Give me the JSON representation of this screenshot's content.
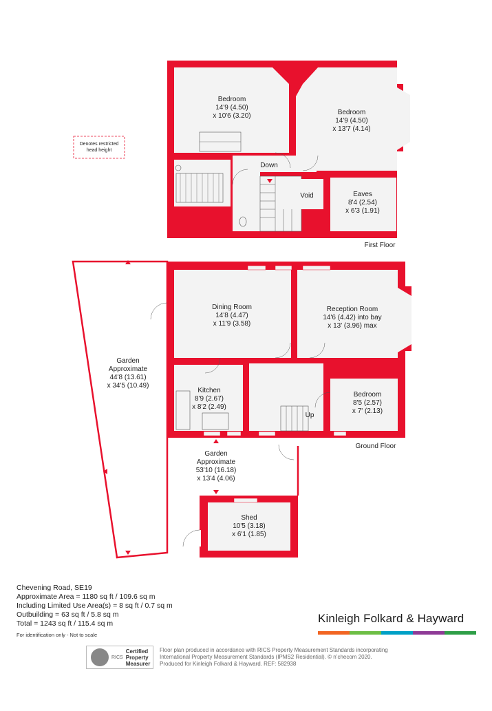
{
  "legend": {
    "line1": "Denotes restricted",
    "line2": "head height"
  },
  "first_floor": {
    "label": "First Floor",
    "bedroom_left": {
      "name": "Bedroom",
      "dim1": "14'9 (4.50)",
      "dim2": "x 10'6 (3.20)"
    },
    "bedroom_right": {
      "name": "Bedroom",
      "dim1": "14'9 (4.50)",
      "dim2": "x 13'7 (4.14)"
    },
    "down": "Down",
    "void": "Void",
    "eaves": {
      "name": "Eaves",
      "dim1": "8'4 (2.54)",
      "dim2": "x 6'3 (1.91)"
    }
  },
  "ground_floor": {
    "label": "Ground Floor",
    "dining": {
      "name": "Dining Room",
      "dim1": "14'8 (4.47)",
      "dim2": "x 11'9 (3.58)"
    },
    "reception": {
      "name": "Reception Room",
      "dim1": "14'6 (4.42) into bay",
      "dim2": "x 13' (3.96) max"
    },
    "kitchen": {
      "name": "Kitchen",
      "dim1": "8'9 (2.67)",
      "dim2": "x 8'2 (2.49)"
    },
    "bedroom": {
      "name": "Bedroom",
      "dim1": "8'5 (2.57)",
      "dim2": "x 7' (2.13)"
    },
    "up": "Up"
  },
  "garden_side": {
    "line1": "Garden",
    "line2": "Approximate",
    "line3": "44'8 (13.61)",
    "line4": "x 34'5 (10.49)"
  },
  "garden_rear": {
    "line1": "Garden",
    "line2": "Approximate",
    "line3": "53'10 (16.18)",
    "line4": "x 13'4 (4.06)"
  },
  "shed": {
    "name": "Shed",
    "dim1": "10'5 (3.18)",
    "dim2": "x 6'1 (1.85)"
  },
  "info": {
    "address": "Chevening Road, SE19",
    "area": "Approximate Area = 1180 sq ft / 109.6 sq m",
    "limited": "Including Limited Use Area(s) = 8 sq ft / 0.7 sq m",
    "outbuilding": "Outbuilding = 63 sq ft / 5.8 sq m",
    "total": "Total = 1243 sq ft / 115.4 sq m",
    "note": "For identification only - Not to scale"
  },
  "brand": {
    "name": "Kinleigh Folkard & Hayward",
    "bar_colors": [
      "#f26522",
      "#6dbe45",
      "#00a0c6",
      "#8e3a96",
      "#2e9e47"
    ]
  },
  "rics": {
    "logo": "RICS",
    "line1": "Certified",
    "line2": "Property",
    "line3": "Measurer"
  },
  "disclaimer": {
    "line1": "Floor plan produced in accordance with RICS Property Measurement Standards incorporating",
    "line2": "International Property Measurement Standards (IPMS2 Residential).  © n’checom 2020.",
    "line3": "Produced for Kinleigh Folkard & Hayward.   REF: 582938"
  },
  "colors": {
    "wall": "#e8112d",
    "floor": "#f3f3f3",
    "line": "#555555"
  }
}
